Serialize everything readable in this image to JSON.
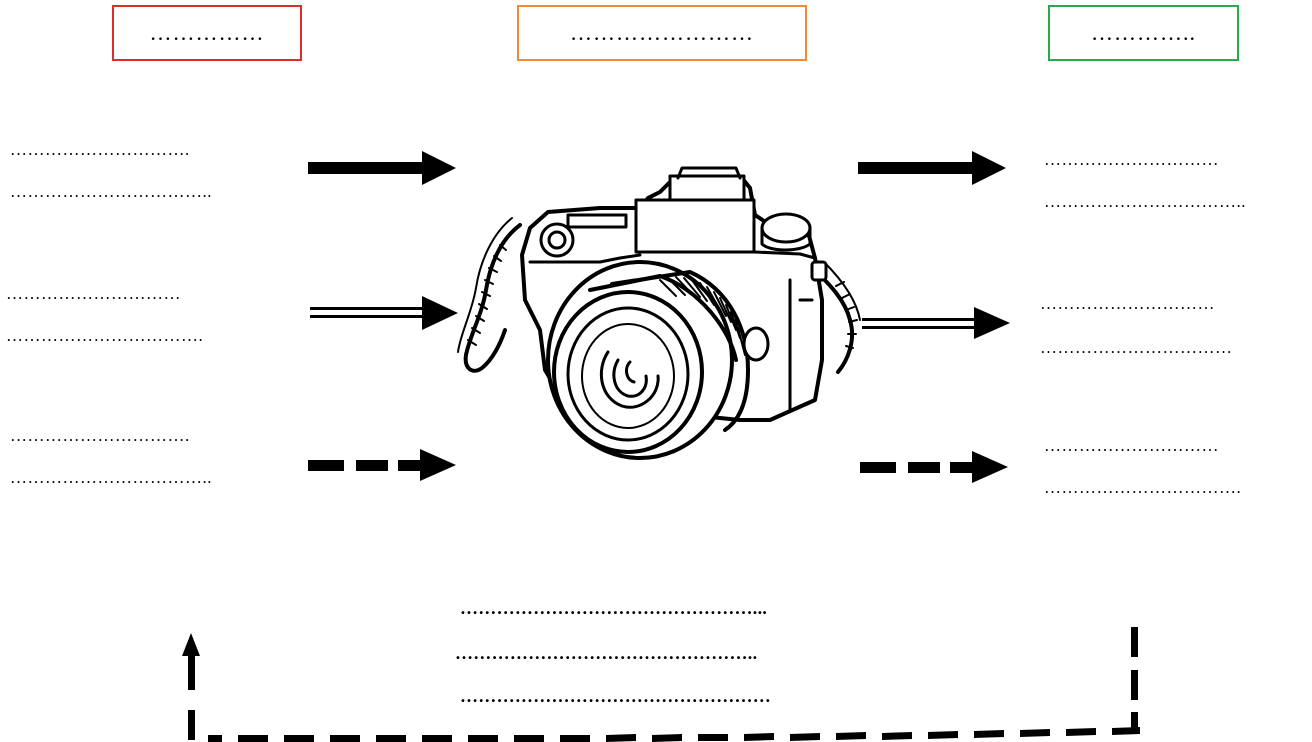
{
  "header_boxes": {
    "left": {
      "label": "……………",
      "border_color": "#e02b2b"
    },
    "center": {
      "label": "……………………",
      "border_color": "#ee8a3a"
    },
    "right": {
      "label": "…………..",
      "border_color": "#2aa84a"
    }
  },
  "left_labels": [
    {
      "line1": "………………………….",
      "line2": "…………………………….."
    },
    {
      "line1": "…………………………",
      "line2": "……………………………."
    },
    {
      "line1": "………………………….",
      "line2": "…………………………….."
    }
  ],
  "right_labels": [
    {
      "line1": "…………………………",
      "line2": "…………………………….."
    },
    {
      "line1": "…………………………",
      "line2": "……………………………"
    },
    {
      "line1": "…………………………",
      "line2": "……………………………."
    }
  ],
  "bottom_lines": [
    "…………………………………………...",
    "…………………………………………..",
    "……………………………………………"
  ],
  "arrow_styles": [
    "solid",
    "double",
    "dashed"
  ],
  "camera_icon": "camera-icon"
}
